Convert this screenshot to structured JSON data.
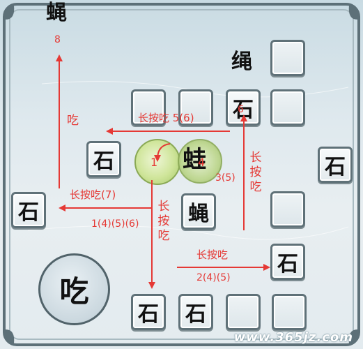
{
  "characters": {
    "fly_top": "蝇",
    "rope": "绳",
    "stone": "石",
    "fly": "蝇",
    "frog": "蛙",
    "eat": "吃"
  },
  "annotations": {
    "eight": "8",
    "eat_label": "吃",
    "long_press_eat_56": "长按吃 5(6)",
    "long_press_eat_7": "长按吃(7)",
    "seq_1456": "1(4)(5)(6)",
    "long_press_eat_vertical": "长按吃",
    "seq_35": "3(5)",
    "long_press_eat_bottom": "长按吃",
    "seq_245": "2(4)(5)",
    "num_1": "1",
    "num_4": "4",
    "num_6": "6"
  },
  "watermark": "www.365jz.com",
  "colors": {
    "annotation": "#e53935",
    "tile_border": "#5f7178",
    "background": "#dfe9ee"
  }
}
